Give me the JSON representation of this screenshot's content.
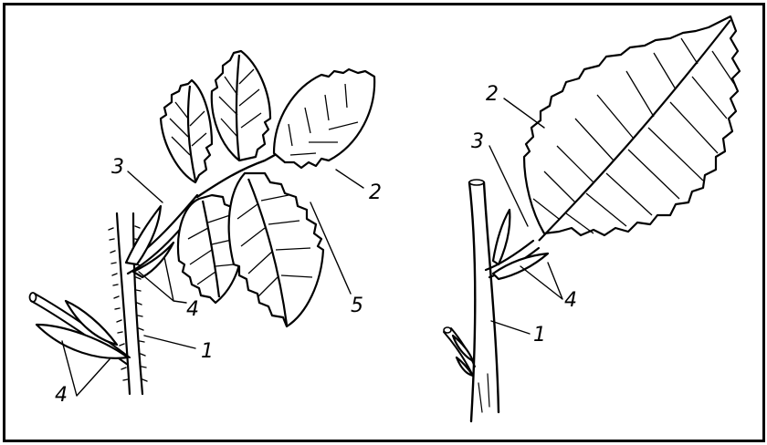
{
  "figure": {
    "left_diagram": {
      "callouts": [
        {
          "key": "stem",
          "text": "1"
        },
        {
          "key": "leaflet",
          "text": "2"
        },
        {
          "key": "petiole",
          "text": "3"
        },
        {
          "key": "stipules-upper",
          "text": "4"
        },
        {
          "key": "stipules-lower",
          "text": "4"
        },
        {
          "key": "rachis",
          "text": "5"
        }
      ]
    },
    "right_diagram": {
      "callouts": [
        {
          "key": "stem",
          "text": "1"
        },
        {
          "key": "leaf-blade",
          "text": "2"
        },
        {
          "key": "petiole",
          "text": "3"
        },
        {
          "key": "stipules",
          "text": "4"
        }
      ]
    }
  }
}
